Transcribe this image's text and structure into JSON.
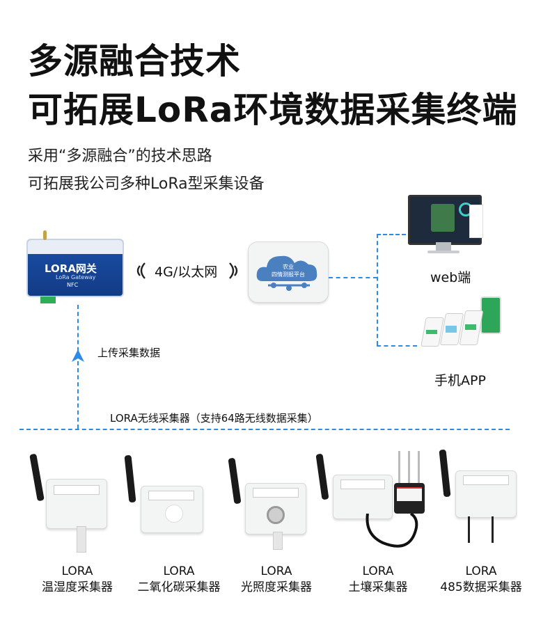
{
  "headline": {
    "line1": "多源融合技术",
    "line2": "可拓展LoRa环境数据采集终端"
  },
  "subtitle": {
    "line1": "采用“多源融合”的技术思路",
    "line2": "可拓展我公司多种LoRa型采集设备"
  },
  "gateway": {
    "name": "LORA网关",
    "sub": "LoRa Gateway",
    "nfc": "NFC"
  },
  "link_label": "4G/以太网",
  "cloud": {
    "line1": "农业",
    "line2": "四情测报平台"
  },
  "outputs": {
    "web": "web端",
    "app": "手机APP"
  },
  "upload_label": "上传采集数据",
  "collector_bus_label": "LORA无线采集器（支持64路无线数据采集）",
  "devices": [
    {
      "line1": "LORA",
      "line2": "温湿度采集器"
    },
    {
      "line1": "LORA",
      "line2": "二氧化碳采集器"
    },
    {
      "line1": "LORA",
      "line2": "光照度采集器"
    },
    {
      "line1": "LORA",
      "line2": "土壤采集器"
    },
    {
      "line1": "LORA",
      "line2": "485数据采集器"
    }
  ],
  "colors": {
    "accent": "#2b8be6",
    "gateway_blue": "#1b4fa8",
    "cloud_blue": "#4a7fc0"
  },
  "icons": [
    "wifi-signal-icon",
    "cloud-icon",
    "monitor-icon",
    "phone-icon",
    "upload-arrow-icon"
  ]
}
